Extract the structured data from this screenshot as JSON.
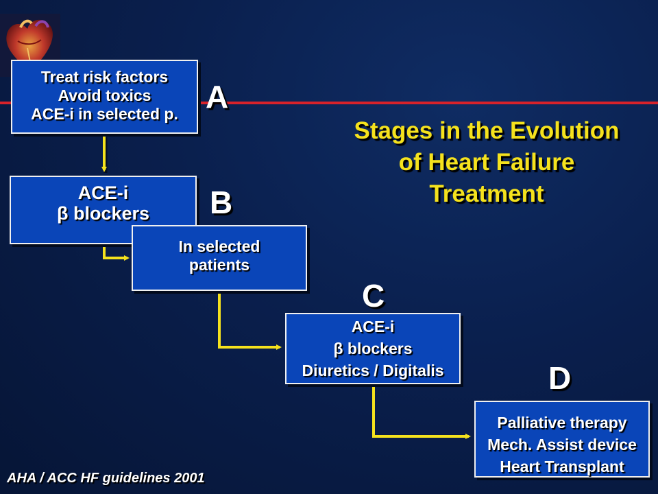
{
  "colors": {
    "background": "#0a1f4d",
    "box_fill": "#0a45b8",
    "box_border": "#f0f0f0",
    "accent_yellow": "#f5e21d",
    "rule_red": "#d8222a",
    "text": "#ffffff"
  },
  "logo": {
    "icon": "heart-anatomy-icon"
  },
  "title": {
    "line1": "Stages in the Evolution",
    "line2": "of Heart Failure",
    "line3": "Treatment"
  },
  "stages": {
    "a": {
      "letter": "A",
      "lines": [
        "Treat risk factors",
        "Avoid toxics",
        "ACE-i in selected p."
      ]
    },
    "b": {
      "letter": "B",
      "lines": [
        "ACE-i",
        "β blockers"
      ],
      "sub_lines": [
        "In selected",
        "patients"
      ]
    },
    "c": {
      "letter": "C",
      "lines": [
        "ACE-i",
        "β blockers",
        "Diuretics / Digitalis"
      ]
    },
    "d": {
      "letter": "D",
      "lines": [
        "Palliative therapy",
        "Mech. Assist device",
        "Heart Transplant"
      ]
    }
  },
  "footer": "AHA / ACC HF guidelines 2001"
}
